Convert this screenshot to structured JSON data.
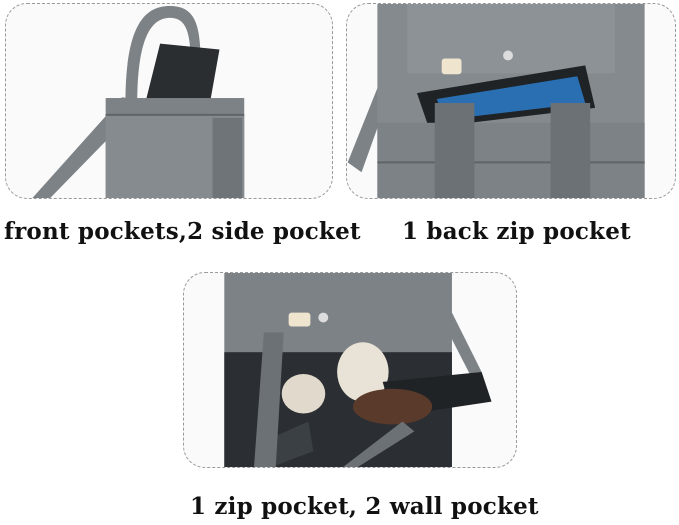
{
  "captions": {
    "front": "front pockets,2 side pocket",
    "back": "1 back zip pocket",
    "inside": "1 zip pocket, 2 wall pocket"
  },
  "colors": {
    "bag_gray": "#7d8286",
    "bag_dark": "#5f6468",
    "bag_light": "#9a9ea1",
    "tablet": "#1f2326",
    "headphones": "#e9e2d6",
    "wallet": "#5a3a2a"
  }
}
